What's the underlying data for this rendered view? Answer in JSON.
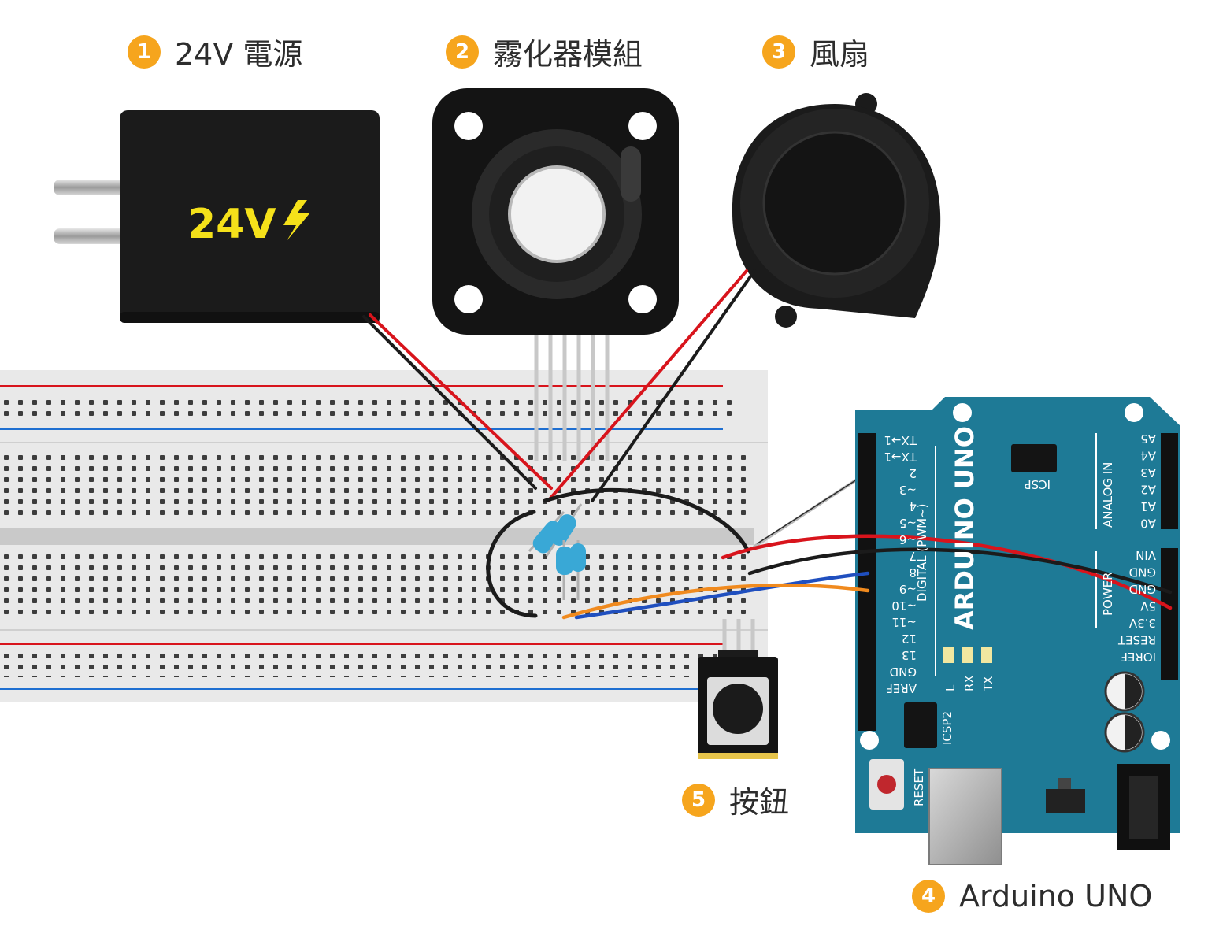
{
  "callouts": [
    {
      "num": "1",
      "label": "24V 電源"
    },
    {
      "num": "2",
      "label": "霧化器模組"
    },
    {
      "num": "3",
      "label": "風扇"
    },
    {
      "num": "4",
      "label": "Arduino UNO"
    },
    {
      "num": "5",
      "label": "按鈕"
    }
  ],
  "power_supply": {
    "label": "24V",
    "accent": "#f5e11a"
  },
  "arduino": {
    "title": "ARDUINO UNO",
    "digital_label": "DIGITAL (PWM~)",
    "analog_label": "ANALOG IN",
    "power_label": "POWER",
    "icsp_label": "ICSP",
    "icsp2_label": "ICSP2",
    "reset_label": "RESET",
    "digital_pins": [
      "TX→1",
      "TX→1",
      "2",
      "~3",
      "4",
      "~5",
      "~6",
      "7",
      "8",
      "~9",
      "~10",
      "~11",
      "12",
      "13",
      "GND",
      "AREF"
    ],
    "analog_pins": [
      "A5",
      "A4",
      "A3",
      "A2",
      "A1",
      "A0"
    ],
    "power_pins": [
      "VIN",
      "GND",
      "GND",
      "5V",
      "3.3V",
      "RESET",
      "IOREF"
    ],
    "led_labels": [
      "L",
      "RX",
      "TX"
    ],
    "board_color": "#1e7a96"
  },
  "colors": {
    "badge": "#f6a51d",
    "wire_red": "#d8141c",
    "wire_black": "#1b1b1b",
    "wire_blue": "#1f4fbf",
    "wire_orange": "#f08a1e",
    "wire_gray": "#b9b9b9"
  }
}
